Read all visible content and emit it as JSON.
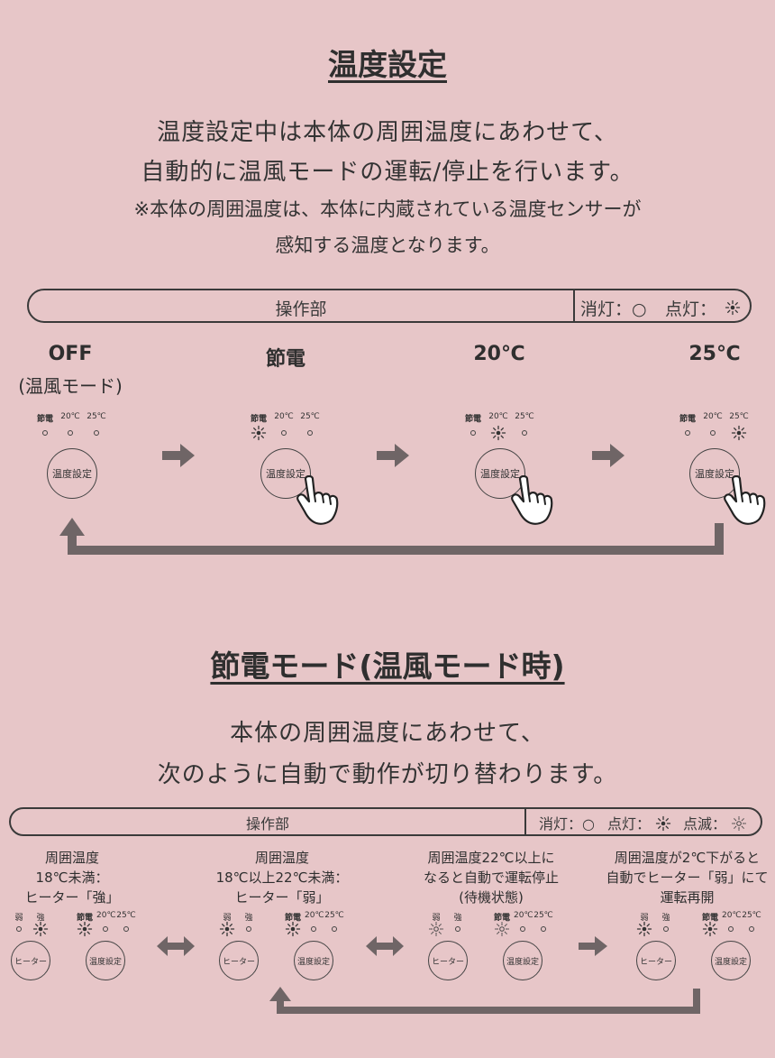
{
  "section1": {
    "title": "温度設定",
    "desc_line1": "温度設定中は本体の周囲温度にあわせて、",
    "desc_line2": "自動的に温風モードの運転/停止を行います。",
    "note_line1": "※本体の周囲温度は、本体に内蔵されている温度センサーが",
    "note_line2": "感知する温度となります。",
    "panel_label": "操作部",
    "legend_off": "消灯：○",
    "legend_on": "点灯：",
    "stages": [
      {
        "label": "OFF",
        "sublabel": "(温風モード)"
      },
      {
        "label": "節電",
        "sublabel": ""
      },
      {
        "label": "20℃",
        "sublabel": ""
      },
      {
        "label": "25℃",
        "sublabel": ""
      }
    ],
    "indicator_labels": [
      "節電",
      "20℃",
      "25℃"
    ],
    "button_label": "温度設定"
  },
  "section2": {
    "title": "節電モード(温風モード時)",
    "desc_line1": "本体の周囲温度にあわせて、",
    "desc_line2": "次のように自動で動作が切り替わります。",
    "panel_label": "操作部",
    "legend_off": "消灯：○",
    "legend_on": "点灯：",
    "legend_blink": "点滅：",
    "heater_labels": [
      "弱",
      "強"
    ],
    "indicator_labels": [
      "節電",
      "20℃",
      "25℃"
    ],
    "heater_button": "ヒーター",
    "temp_button": "温度設定",
    "states": [
      {
        "line1": "周囲温度",
        "line2": "18℃未満：",
        "line3": "ヒーター「強」"
      },
      {
        "line1": "周囲温度",
        "line2": "18℃以上22℃未満：",
        "line3": "ヒーター「弱」"
      },
      {
        "line1": "周囲温度22℃以上に",
        "line2": "なると自動で運転停止",
        "line3": "(待機状態)"
      },
      {
        "line1": "周囲温度が2℃下がると",
        "line2": "自動でヒーター「弱」にて",
        "line3": "運転再開"
      }
    ]
  },
  "colors": {
    "background": "#e7c6c8",
    "arrow": "#6f6566",
    "text": "#333333"
  }
}
